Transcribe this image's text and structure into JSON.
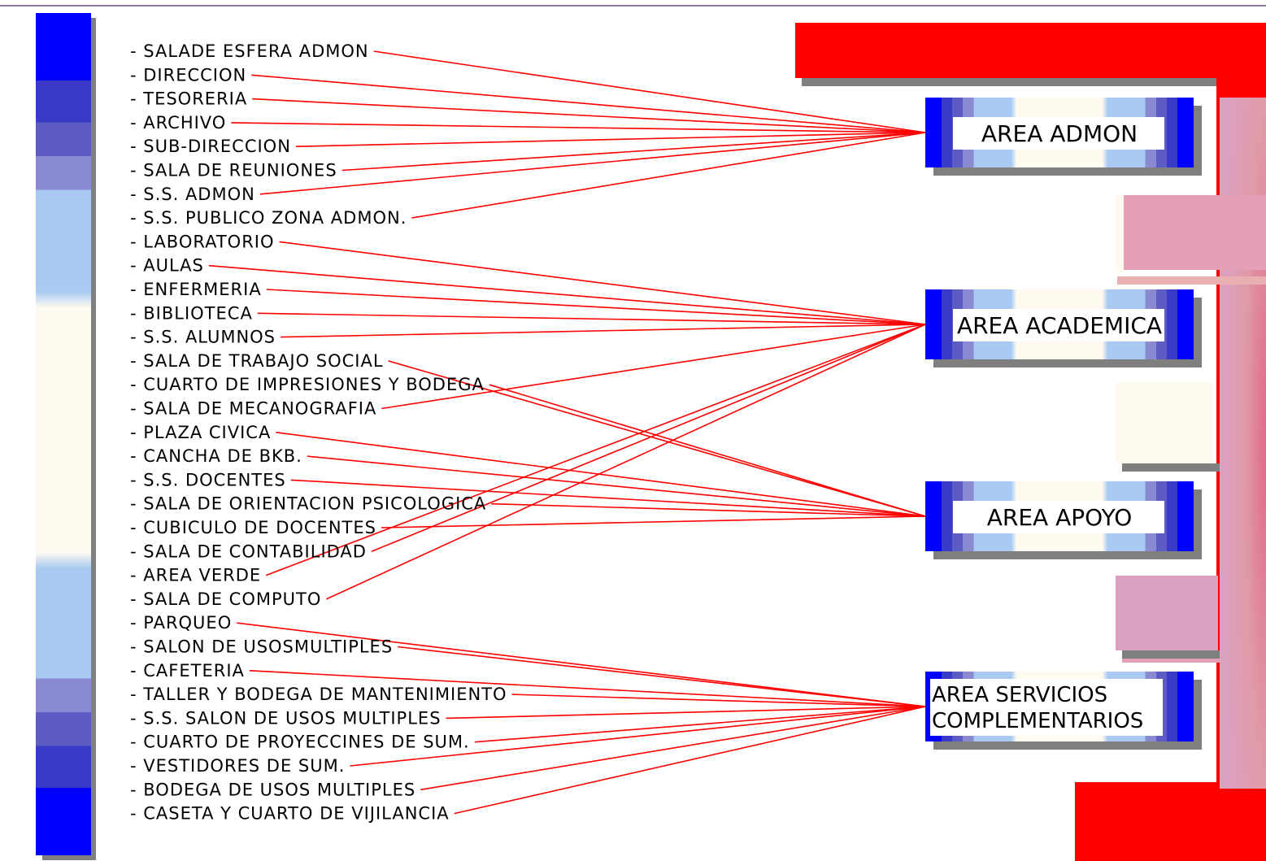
{
  "items": [
    "- SALADE ESFERA ADMON",
    "- DIRECCION",
    "- TESORERIA",
    "- ARCHIVO",
    "- SUB-DIRECCION",
    "- SALA DE REUNIONES",
    "- S.S. ADMON",
    "- S.S. PUBLICO ZONA ADMON.",
    "- LABORATORIO",
    "- AULAS",
    "- ENFERMERIA",
    "- BIBLIOTECA",
    "- S.S. ALUMNOS",
    "- SALA DE TRABAJO SOCIAL",
    "- CUARTO DE IMPRESIONES Y BODEGA",
    "- SALA DE MECANOGRAFIA",
    "- PLAZA CIVICA",
    "- CANCHA DE BKB.",
    "- S.S. DOCENTES",
    "- SALA DE ORIENTACION PSICOLOGICA",
    "- CUBICULO DE DOCENTES",
    "- SALA DE CONTABILIDAD",
    "- AREA VERDE",
    "- SALA DE COMPUTO",
    "- PARQUEO",
    "- SALON DE USOSMULTIPLES",
    "- CAFETERIA",
    "- TALLER Y BODEGA DE MANTENIMIENTO",
    "- S.S. SALON DE USOS MULTIPLES",
    "- CUARTO DE PROYECCINES DE SUM.",
    "- VESTIDORES DE SUM.",
    "- BODEGA DE USOS MULTIPLES",
    "- CASETA Y CUARTO DE VIJILANCIA"
  ],
  "areas": [
    {
      "lines": [
        "AREA ADMON"
      ]
    },
    {
      "lines": [
        "AREA ACADEMICA"
      ]
    },
    {
      "lines": [
        "AREA APOYO"
      ]
    },
    {
      "lines": [
        "AREA SERVICIOS",
        "COMPLEMENTARIOS"
      ]
    }
  ],
  "assignments": [
    0,
    0,
    0,
    0,
    0,
    0,
    0,
    0,
    1,
    1,
    1,
    1,
    1,
    2,
    2,
    1,
    2,
    2,
    2,
    2,
    2,
    1,
    1,
    1,
    3,
    3,
    3,
    3,
    3,
    3,
    3,
    3,
    3
  ],
  "colors": {
    "line": "#ff0000",
    "frame_red": "#ff0000",
    "shadow": "#7f7f7f",
    "box_gradient": [
      "#0000ff",
      "#3a3ac8",
      "#5c5cc4",
      "#8a8ad2",
      "#a7c9f2",
      "#fffaf0"
    ]
  }
}
